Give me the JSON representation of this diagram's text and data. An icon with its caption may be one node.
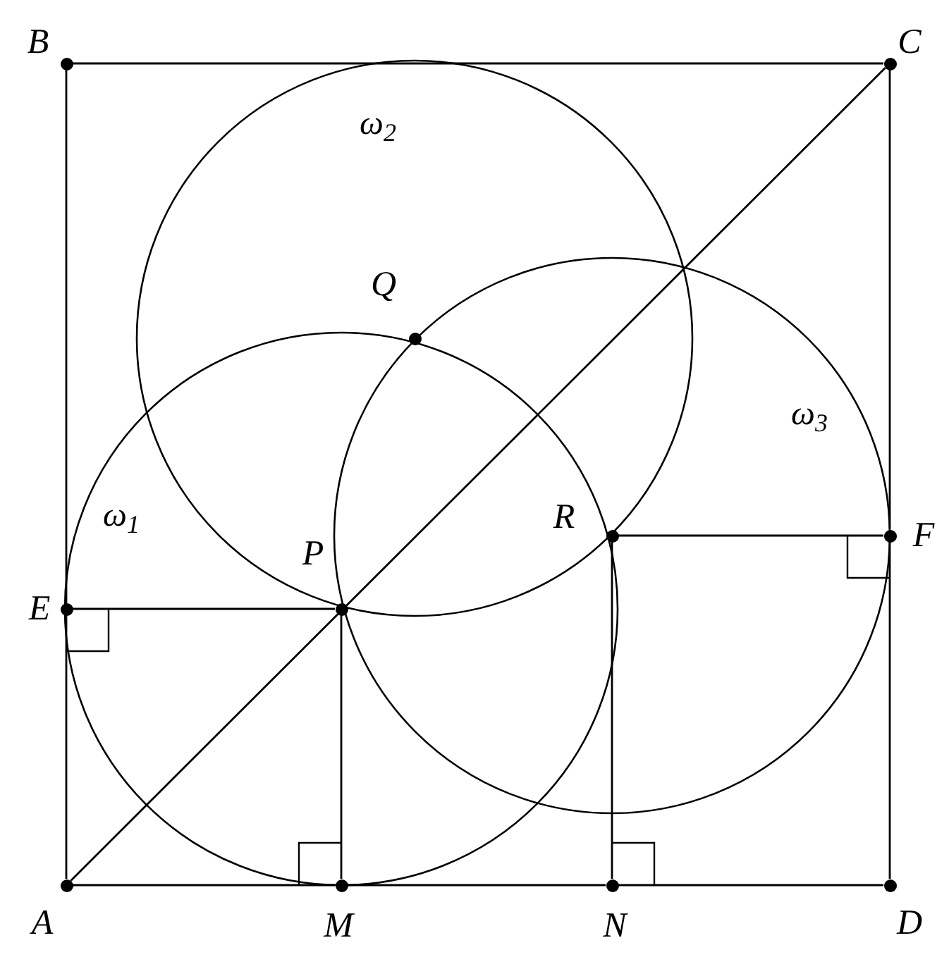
{
  "diagram": {
    "nodes": [
      {
        "text": [],
        "shape": "circle",
        "beside": [
          "A"
        ]
      },
      {
        "text": [],
        "shape": "circle",
        "beside": [
          "B"
        ]
      },
      {
        "text": [],
        "shape": "circle",
        "beside": [
          "C"
        ]
      },
      {
        "text": [],
        "shape": "circle",
        "beside": [
          "D"
        ]
      },
      {
        "text": [],
        "shape": "circle",
        "beside": [
          "E"
        ]
      },
      {
        "text": [],
        "shape": "circle",
        "beside": [
          "F"
        ]
      },
      {
        "text": [],
        "shape": "circle",
        "beside": [
          "P"
        ]
      },
      {
        "text": [],
        "shape": "circle",
        "beside": [
          "Q"
        ]
      },
      {
        "text": [],
        "shape": "circle",
        "beside": [
          "R"
        ]
      },
      {
        "text": [],
        "shape": "circle",
        "beside": [
          "M"
        ]
      },
      {
        "text": [],
        "shape": "circle",
        "beside": [
          "N"
        ]
      }
    ],
    "edges": [
      {
        "from": 0,
        "to": 1,
        "arrow": "none"
      },
      {
        "from": 1,
        "to": 2,
        "arrow": "none"
      },
      {
        "from": 2,
        "to": 5,
        "arrow": "none"
      },
      {
        "from": 5,
        "to": 3,
        "arrow": "none"
      },
      {
        "from": 0,
        "to": 9,
        "arrow": "none"
      },
      {
        "from": 9,
        "to": 10,
        "arrow": "none"
      },
      {
        "from": 10,
        "to": 3,
        "arrow": "none"
      },
      {
        "from": 0,
        "to": 2,
        "arrow": "none"
      },
      {
        "from": 4,
        "to": 6,
        "arrow": "none"
      },
      {
        "from": 6,
        "to": 9,
        "arrow": "none"
      },
      {
        "from": 8,
        "to": 5,
        "arrow": "none"
      },
      {
        "from": 8,
        "to": 10,
        "arrow": "none"
      }
    ],
    "labels": [
      "ω$_{2}$",
      "ω$_{3}$",
      "ω$_{1}$"
    ]
  }
}
